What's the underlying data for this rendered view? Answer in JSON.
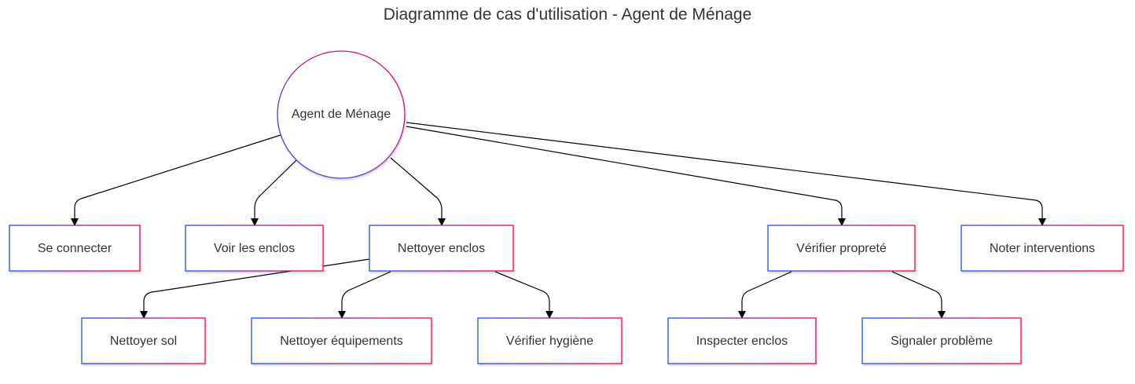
{
  "title": "Diagramme de cas d'utilisation - Agent de Ménage",
  "colors": {
    "border_start": "#1f4fff",
    "border_end": "#ff0050",
    "edge": "#000000",
    "text": "#333333"
  },
  "actor": {
    "id": "agent",
    "label": "Agent de Ménage"
  },
  "use_cases": [
    {
      "id": "connect",
      "label": "Se connecter"
    },
    {
      "id": "voir",
      "label": "Voir les enclos"
    },
    {
      "id": "nettoyer",
      "label": "Nettoyer enclos"
    },
    {
      "id": "verifier",
      "label": "Vérifier propreté"
    },
    {
      "id": "noter",
      "label": "Noter interventions"
    },
    {
      "id": "sol",
      "label": "Nettoyer sol"
    },
    {
      "id": "equip",
      "label": "Nettoyer équipements"
    },
    {
      "id": "hygiene",
      "label": "Vérifier hygiène"
    },
    {
      "id": "inspecter",
      "label": "Inspecter enclos"
    },
    {
      "id": "signaler",
      "label": "Signaler problème"
    }
  ],
  "edges": [
    {
      "from": "agent",
      "to": "connect"
    },
    {
      "from": "agent",
      "to": "voir"
    },
    {
      "from": "agent",
      "to": "nettoyer"
    },
    {
      "from": "agent",
      "to": "verifier"
    },
    {
      "from": "agent",
      "to": "noter"
    },
    {
      "from": "nettoyer",
      "to": "sol"
    },
    {
      "from": "nettoyer",
      "to": "equip"
    },
    {
      "from": "nettoyer",
      "to": "hygiene"
    },
    {
      "from": "verifier",
      "to": "inspecter"
    },
    {
      "from": "verifier",
      "to": "signaler"
    }
  ]
}
